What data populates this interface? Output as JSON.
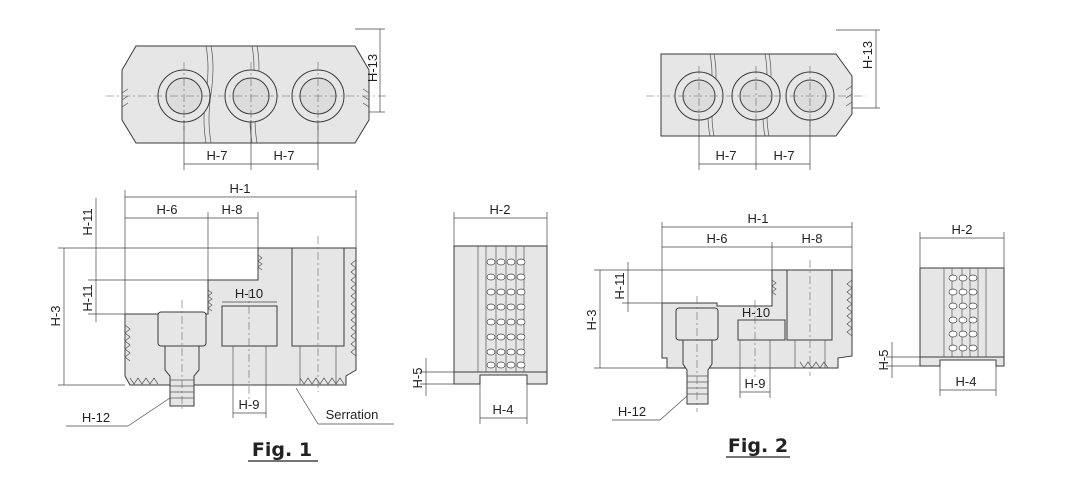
{
  "labels": {
    "h1": "H-1",
    "h2": "H-2",
    "h3": "H-3",
    "h4": "H-4",
    "h5": "H-5",
    "h6": "H-6",
    "h7": "H-7",
    "h8": "H-8",
    "h9": "H-9",
    "h10": "H-10",
    "h11": "H-11",
    "h12": "H-12",
    "h13": "H-13",
    "serration": "Serration"
  },
  "captions": {
    "fig1": "Fig. 1",
    "fig2": "Fig. 2"
  }
}
